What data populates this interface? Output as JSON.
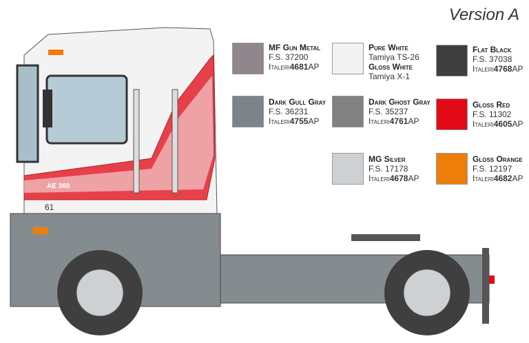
{
  "title": "Version A",
  "colors": [
    {
      "name": "MF Gun Metal",
      "fs": "F.S. 37200",
      "brand": "Italeri",
      "code": "4681",
      "suffix": "AP",
      "hex": "#8f878c"
    },
    {
      "name": "Pure White",
      "fs": "Tamiya TS-26",
      "name2": "Gloss White",
      "fs2": "Tamiya X-1",
      "hex": "#f2f2f2"
    },
    {
      "name": "Flat Black",
      "fs": "F.S. 37038",
      "brand": "Italeri",
      "code": "4768",
      "suffix": "AP",
      "hex": "#3f3f3f"
    },
    {
      "name": "Dark Gull Gray",
      "fs": "F.S. 36231",
      "brand": "Italeri",
      "code": "4755",
      "suffix": "AP",
      "hex": "#7d8489"
    },
    {
      "name": "Dark Ghost Gray",
      "fs": "F.S. 35237",
      "brand": "Italeri",
      "code": "4761",
      "suffix": "AP",
      "hex": "#818181"
    },
    {
      "name": "Gloss Red",
      "fs": "F.S. 11302",
      "brand": "Italeri",
      "code": "4605",
      "suffix": "AP",
      "hex": "#e20a16"
    },
    {
      "name": "MG Silver",
      "fs": "F.S. 17178",
      "brand": "Italeri",
      "code": "4678",
      "suffix": "AP",
      "hex": "#cdd1d4"
    },
    {
      "name": "Gloss Orange",
      "fs": "F.S. 12197",
      "brand": "Italeri",
      "code": "4682",
      "suffix": "AP",
      "hex": "#ef7d0a"
    }
  ],
  "truck": {
    "number": "61",
    "badge": "AE 360"
  }
}
